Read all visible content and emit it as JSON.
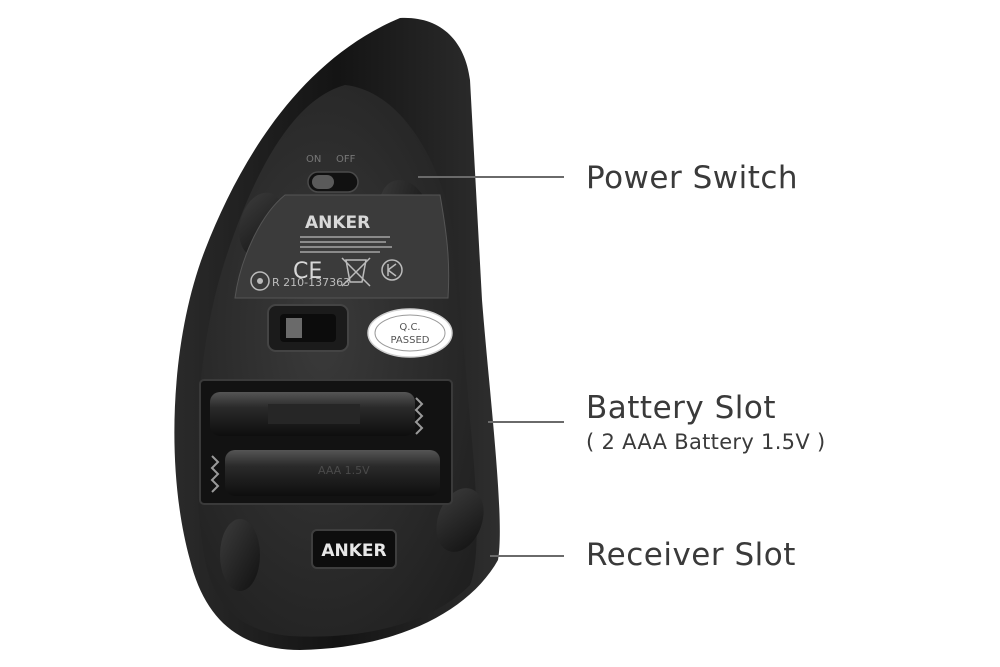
{
  "device": {
    "brand_top": "ANKER",
    "brand_bottom": "ANKER",
    "switch_label_on": "ON",
    "switch_label_off": "OFF",
    "cert_code": "R 210-137363",
    "ce_mark": "CE",
    "qc_line1": "Q.C.",
    "qc_line2": "PASSED",
    "battery_text": "AAA 1.5V"
  },
  "callouts": {
    "power": {
      "title": "Power Switch"
    },
    "battery": {
      "title": "Battery Slot",
      "subtitle": "( 2 AAA Battery 1.5V )"
    },
    "receiver": {
      "title": "Receiver Slot"
    }
  },
  "colors": {
    "body": "#2b2b2b",
    "shell": "#1a1a1a",
    "label": "#cfcfcf",
    "text": "#3a3a3a"
  }
}
